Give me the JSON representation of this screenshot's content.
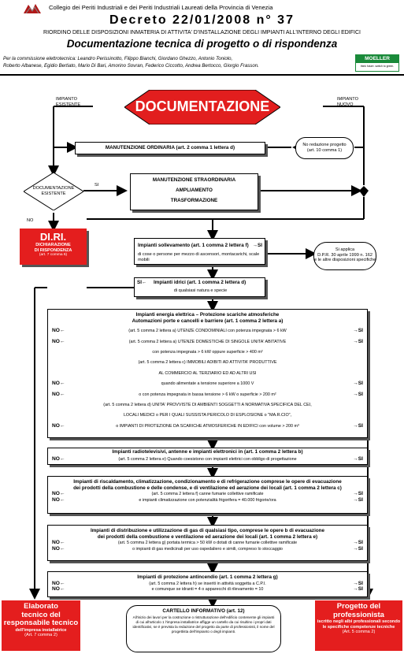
{
  "header": {
    "college": "Collegio dei Periti Industriali e dei Periti Industriali Laureati della Provincia di Venezia",
    "decree": "Decreto 22/01/2008 n° 37",
    "subtitle": "RIORDINO DELLE DISPOSIZIONI INMATERIA DI ATTIVITA' D'INSTALLAZIONE DEGLI IMPIANTI ALL'INTERNO DEGLI EDIFICI",
    "doc_title": "Documentazione tecnica di progetto o di rispondenza",
    "commission_1": "Per la commissione elettrotecnica: Leandro Perissinotto, Filippo Bianchi, Giordano Ghezzo, Antonio Toniolo,",
    "commission_2": "Roberto Albanese, Egidio Bertiato, Mario Di Bari, Amorino Sovran, Federico Ciccotto, Andrea Bertocco, Giorgio Frasson.",
    "moeller": "MOELLER",
    "moeller_tag": "think future. switch to green."
  },
  "flow": {
    "impianto_esistente": "IMPIANTO\nESISTENTE",
    "impianto_nuovo": "IMPIANTO\nNUOVO",
    "documentazione": "DOCUMENTAZIONE",
    "manutenzione_ordinaria": "MANUTENZIONE ORDINARIA (art. 2 comma 1 lettera d)",
    "no_redazione": "No redazione progetto\n(art. 10 comma 1)",
    "doc_esistente": "DOCUMENTAZIONE\nESISTENTE",
    "si": "SI",
    "no": "NO",
    "straordinaria": "MANUTENZIONE STRAORDINARIA\n\nAMPLIAMENTO\n\nTRASFORMAZIONE",
    "diri_title": "DI.RI.",
    "diri_sub": "DICHIARAZIONE\nDI RISPONDENZA",
    "diri_ref": "(art. 7 comma 6)",
    "sollevamento_title": "Impianti sollevamento (art. 1 comma 2 lettera f)",
    "sollevamento_si": "→SI",
    "sollevamento_sub": "di cose o persone per mezzo di ascensori, montacarichi, scale mobili",
    "si_applica": "Si applica\nD.P.R. 30 aprile 1999 n. 162\ne le altre disposizioni specifiche",
    "idrici_si": "SI←",
    "idrici_title": "Impianti idrici (art. 1 comma 2 lettera d)",
    "idrici_sub": "di qualsiasi natura e specie",
    "energia_title_1": "Impianti energia elettrica – Protezione scariche atmosferiche",
    "energia_title_2": "Automazioni porte e cancelli e barriere (art. 1 comma 2 lettera a)",
    "energia_rows": [
      {
        "no": "NO←",
        "text": "(art. 5 comma 2 lettera a) UTENZE CONDOMINIALI con potenza impegnata > 6 kW",
        "si": "→SI"
      },
      {
        "no": "NO←",
        "text": "(art. 5 comma 2 lettera a) UTENZE DOMESTICHE DI SINGOLE UNITA' ABITATIVE",
        "si": "→SI"
      },
      {
        "no": "",
        "text": "con potenza impegnata > 6 kW oppure superficie > 400 m²",
        "si": ""
      },
      {
        "no": "",
        "text": "(art. 5 comma 2 lettera c) IMMOBILI ADIBITI AD ATTIVITA' PRODUTTIVE",
        "si": ""
      },
      {
        "no": "",
        "text": "AL COMMERCIO AL TERZIARIO ED AD ALTRI USI",
        "si": ""
      },
      {
        "no": "NO←",
        "text": "quando alimentate a tensione superiore a 1000 V",
        "si": "→SI"
      },
      {
        "no": "NO←",
        "text": "o con potenza impegnata in bassa tensione > 6 kW o superficie > 200 m²",
        "si": "→SI"
      },
      {
        "no": "",
        "text": "(art. 5 comma 2 lettera d) UNITA' PROVVISTE DI AMBIENTI SOGGETTI A NORMATIVA SPECIFICA DEL CEI,",
        "si": ""
      },
      {
        "no": "",
        "text": "LOCALI MEDICI o PER I QUALI SUSSISTA PERICOLO DI ESPLOSIONE o \"MA.R.CIO\",",
        "si": ""
      },
      {
        "no": "NO←",
        "text": "o IMPIANTI DI PROTEZIONE DA SCARICHE ATMOSFERICHE IN EDIFICI con volume > 200 m³",
        "si": "→SI"
      }
    ],
    "radio_title": "Impianti radiotelevisivi, antenne e impianti elettronici in (art. 1 comma 2 lettera b)",
    "radio_no": "NO←",
    "radio_text": "(art. 5 comma 2 lettera e) Quando coesistono con impianti elettrici con obbligo di progettazione",
    "radio_si": "→SI",
    "risc_title_1": "Impianti di riscaldamento, climatizzazione, condizionamento e di refrigerazione comprese le opere di evacuazione",
    "risc_title_2": "dei prodotti della combustione e delle condense, e di ventilazione ed aerazione dei locali (art. 1 comma 2 lettera c)",
    "risc_rows": [
      {
        "no": "NO←",
        "text": "(art. 5 comma 2 lettera f) canne fumarie collettive ramificate",
        "si": "→SI"
      },
      {
        "no": "NO←",
        "text": "e impianti climatizzazione con potenzialità frigorifera = 40.000 frigorie/ora",
        "si": "→SI"
      }
    ],
    "gas_title_1": "Impianti di distribuzione e utilizzazione di gas di qualsiasi tipo, comprese le opere b di evacuazione",
    "gas_title_2": "dei prodotti della combustione e ventilazione ed aerazione dei locali (art. 1 comma 2 lettera e)",
    "gas_rows": [
      {
        "no": "NO←",
        "text": "(art. 5 comma 2 lettera g) portata termica > 50 kW o dotati di canne fumarie collettive ramificate",
        "si": "→SI"
      },
      {
        "no": "NO←",
        "text": "o impianti di gas medicinali per uso ospedaliero e simili, compreso lo stoccaggio",
        "si": "→SI"
      }
    ],
    "antincendio_title": "Impianti di protezione antincendio (art. 1 comma 2 lettera g)",
    "antincendio_rows": [
      {
        "no": "NO←",
        "text": "(art. 5 comma 2 lettera h) se inseriti in attività soggetta a C.P.I.",
        "si": "→SI"
      },
      {
        "no": "NO←",
        "text": "e comunque se idranti = 4 o apparecchi di rilevamento = 10",
        "si": "→SI"
      }
    ],
    "elaborato_title": "Elaborato\ntecnico del\nresponsabile tecnico",
    "elaborato_sub": "dell'impresa installatrice",
    "elaborato_ref": "(Art. 7 comma 2)",
    "cartello_title": "CARTELLO INFORMATIVO (art. 12)",
    "cartello_text": "All'inizio dei lavori per la costruzione o ristrutturazione dell'edificio contenente gli impianti di cui all'articolo 1 l'impresa installatrice affigge un cartello da cui risultino i propri dati identificativi, se è prevista la redazione del progetto da parte di professionisti, il nome del progettista dell'impianto o degli impianti.",
    "progetto_title": "Progetto del\nprofessionista",
    "progetto_sub": "iscritto negli albi professionali secondo\nle specifiche competenze tecniche",
    "progetto_ref": "(Art. 5 comma 2)"
  }
}
